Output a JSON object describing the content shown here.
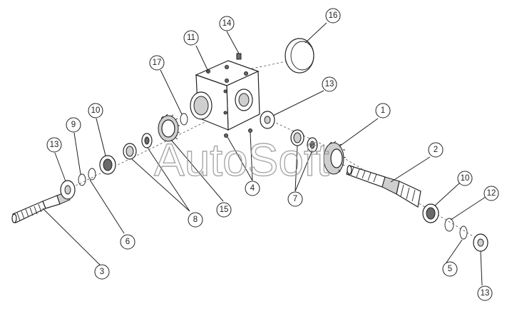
{
  "watermark": "AutoSoft",
  "callouts": [
    {
      "n": "1"
    },
    {
      "n": "2"
    },
    {
      "n": "3"
    },
    {
      "n": "4"
    },
    {
      "n": "5"
    },
    {
      "n": "6"
    },
    {
      "n": "7"
    },
    {
      "n": "8"
    },
    {
      "n": "9"
    },
    {
      "n": "10"
    },
    {
      "n": "10"
    },
    {
      "n": "11"
    },
    {
      "n": "12"
    },
    {
      "n": "13"
    },
    {
      "n": "13"
    },
    {
      "n": "13"
    },
    {
      "n": "14"
    },
    {
      "n": "15"
    },
    {
      "n": "16"
    },
    {
      "n": "17"
    }
  ],
  "colors": {
    "line": "#222222",
    "watermark": "#999999",
    "background": "#ffffff"
  }
}
